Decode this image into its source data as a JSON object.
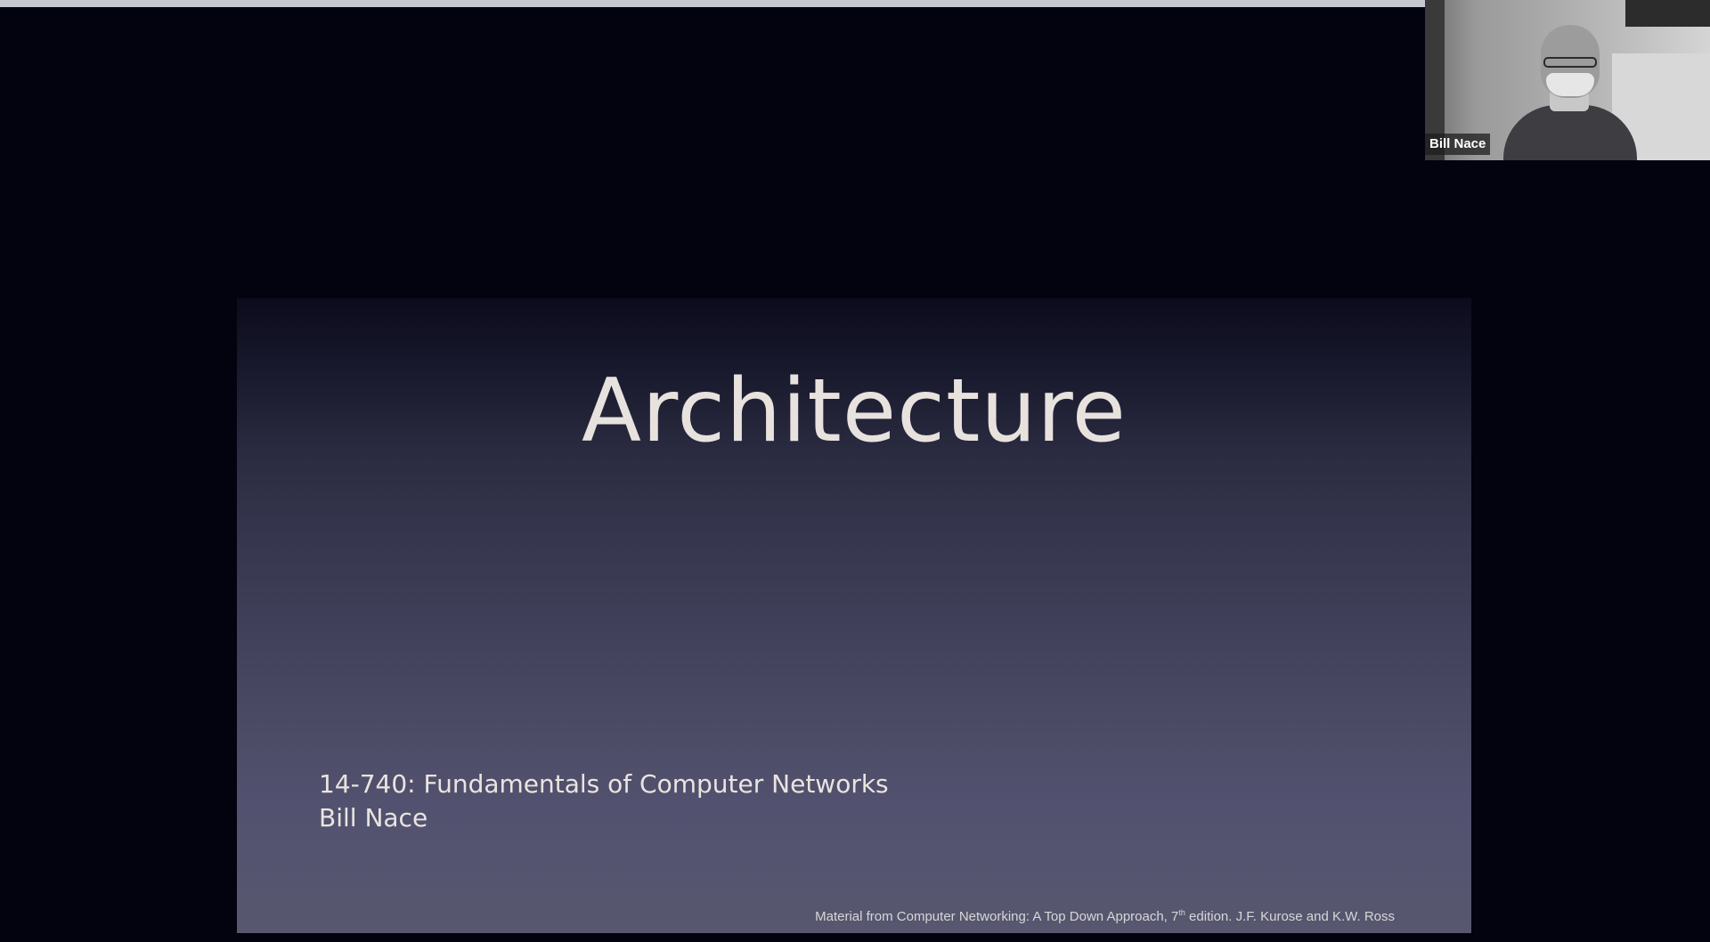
{
  "slide": {
    "title": "Architecture",
    "course": "14-740: Fundamentals of Computer Networks",
    "presenter": "Bill Nace",
    "credit_prefix": "Material from Computer Networking: A Top Down Approach, 7",
    "credit_sup": "th",
    "credit_suffix": " edition.  J.F. Kurose and K.W. Ross"
  },
  "participant": {
    "name": "Bill Nace"
  }
}
